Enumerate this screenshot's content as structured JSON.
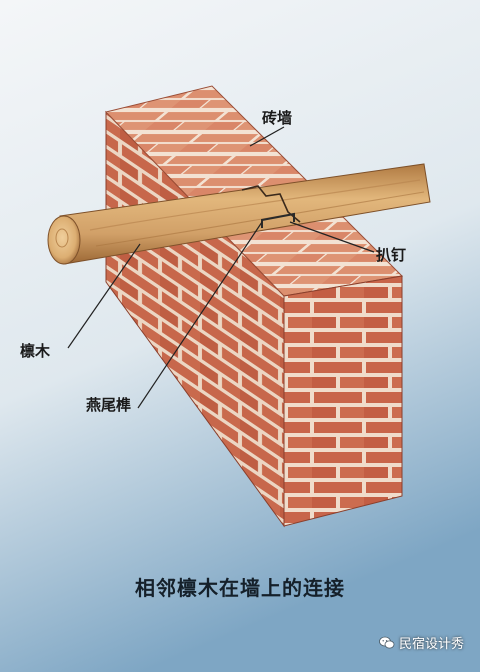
{
  "labels": {
    "wall": "砖墙",
    "nail": "扒钉",
    "purlin": "檩木",
    "tenon": "燕尾榫"
  },
  "caption": "相邻檩木在墙上的连接",
  "watermark": {
    "text": "民宿设计秀",
    "icon": "wechat-icon"
  },
  "colors": {
    "background_top": "#f2f5f7",
    "background_bottom": "#7fa8c6",
    "brick_front": "#c9684a",
    "brick_top": "#d98a6a",
    "mortar": "#f1dccc",
    "wood_light": "#d9ad72",
    "wood_dark": "#a8733e",
    "text": "#1a1a1a"
  }
}
